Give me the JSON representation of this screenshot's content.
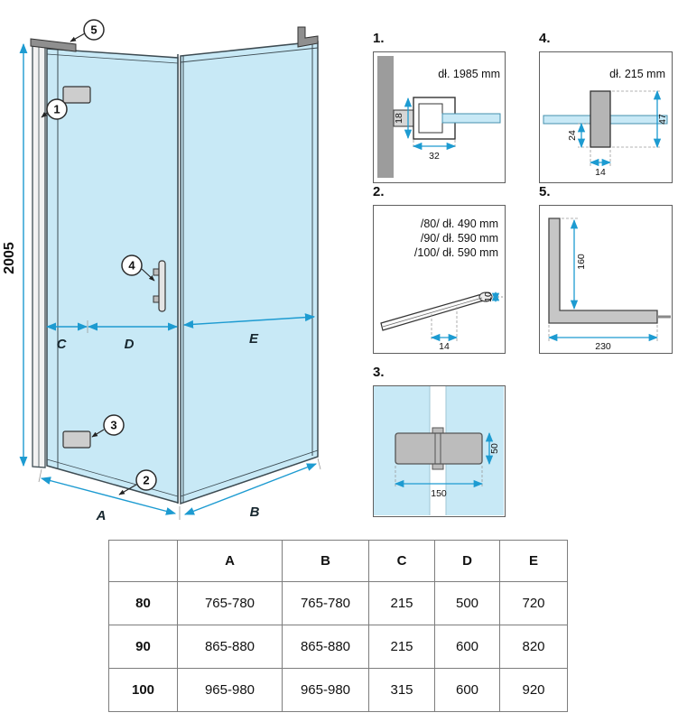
{
  "main_diagram": {
    "height_dim": "2005",
    "dims": {
      "A": "A",
      "B": "B",
      "C": "C",
      "D": "D",
      "E": "E"
    },
    "callouts": {
      "c1": "1",
      "c2": "2",
      "c3": "3",
      "c4": "4",
      "c5": "5"
    }
  },
  "details": {
    "d1": {
      "label": "1.",
      "length": "dł. 1985 mm",
      "dim_height": "18",
      "dim_width": "32"
    },
    "d2": {
      "label": "2.",
      "variants": [
        "/80/ dł. 490 mm",
        "/90/ dł. 590 mm",
        "/100/ dł. 590 mm"
      ],
      "dim_width": "14",
      "dim_tip": "10"
    },
    "d3": {
      "label": "3.",
      "dim_width": "150",
      "dim_height": "50"
    },
    "d4": {
      "label": "4.",
      "length": "dł. 215 mm",
      "dim_offset": "24",
      "dim_height": "47",
      "dim_width": "14"
    },
    "d5": {
      "label": "5.",
      "dim_height": "160",
      "dim_width": "230"
    }
  },
  "table": {
    "headers": [
      "",
      "A",
      "B",
      "C",
      "D",
      "E"
    ],
    "rows": [
      {
        "size": "80",
        "values": [
          "765-780",
          "765-780",
          "215",
          "500",
          "720"
        ]
      },
      {
        "size": "90",
        "values": [
          "865-880",
          "865-880",
          "215",
          "600",
          "820"
        ]
      },
      {
        "size": "100",
        "values": [
          "965-980",
          "965-980",
          "315",
          "600",
          "920"
        ]
      }
    ]
  },
  "colors": {
    "glass": "#c8e9f6",
    "dimension": "#1d9bd1",
    "wall_gray": "#9c9c9c",
    "hardware_gray": "#bcbcbc"
  }
}
